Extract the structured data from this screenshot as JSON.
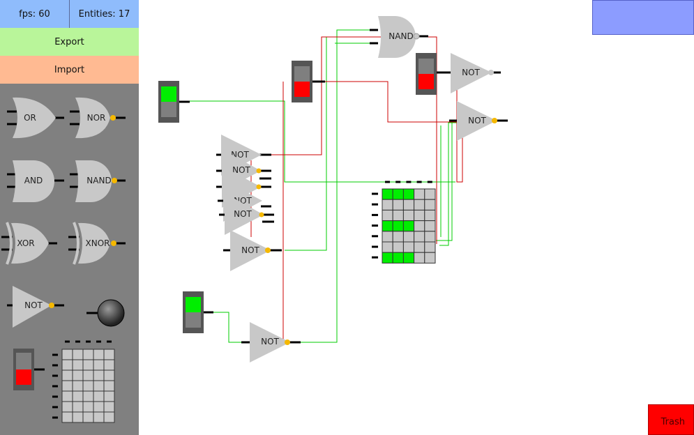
{
  "stats": {
    "fps": "fps: 60",
    "entities": "Entities: 17"
  },
  "buttons": {
    "export": "Export",
    "import": "Import",
    "trash": "Trash"
  },
  "palette": {
    "or": "OR",
    "nor": "NOR",
    "and": "AND",
    "nand": "NAND",
    "xor": "XOR",
    "xnor": "XNOR",
    "not": "NOT"
  },
  "canvas": {
    "nand_gate": "NAND",
    "not_label": "NOT"
  },
  "colors": {
    "wire_on": "#00cc00",
    "wire_off": "#cc0000",
    "switch_on": "#00ee00",
    "switch_off": "#ff0000",
    "gate_fill": "#c8c8c8",
    "bubble": "#f5b800"
  },
  "icons": [
    "lamp-icon",
    "switch-icon",
    "matrix-display-icon"
  ]
}
